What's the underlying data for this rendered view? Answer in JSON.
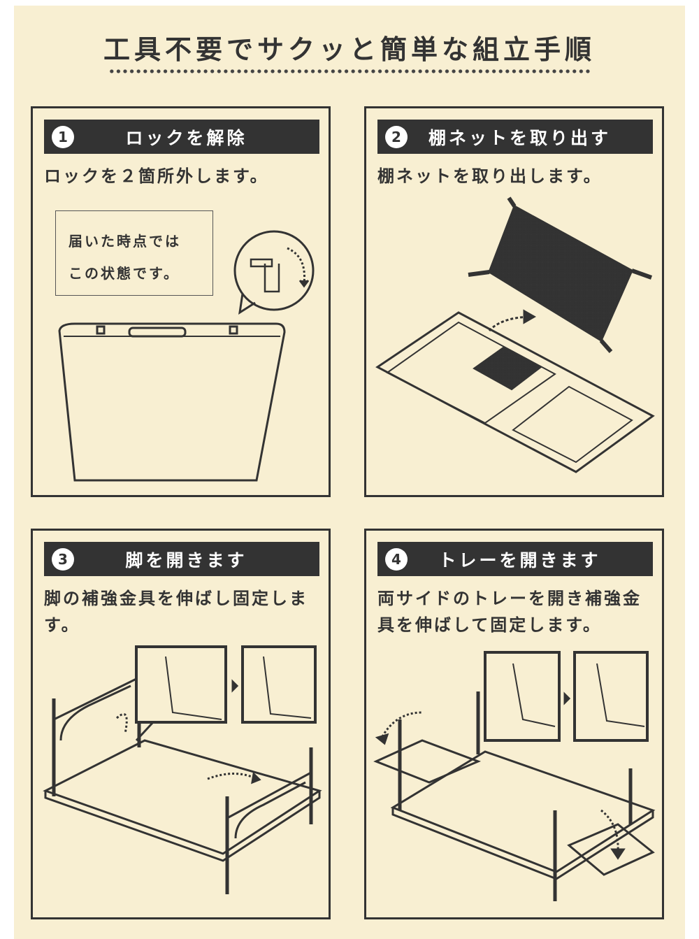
{
  "title": "工具不要でサクッと簡単な組立手順",
  "colors": {
    "background": "#f8efd2",
    "ink": "#333333"
  },
  "steps": [
    {
      "number": "1",
      "heading": "ロックを解除",
      "description": "ロックを２箇所外します。",
      "note": [
        "届いた時点では",
        "この状態です。"
      ]
    },
    {
      "number": "2",
      "heading": "棚ネットを取り出す",
      "description": "棚ネットを取り出します。"
    },
    {
      "number": "3",
      "heading": "脚を開きます",
      "description": "脚の補強金具を伸ばし固定します。"
    },
    {
      "number": "4",
      "heading": "トレーを開きます",
      "description": "両サイドのトレーを開き補強金具を伸ばして固定します。"
    }
  ]
}
